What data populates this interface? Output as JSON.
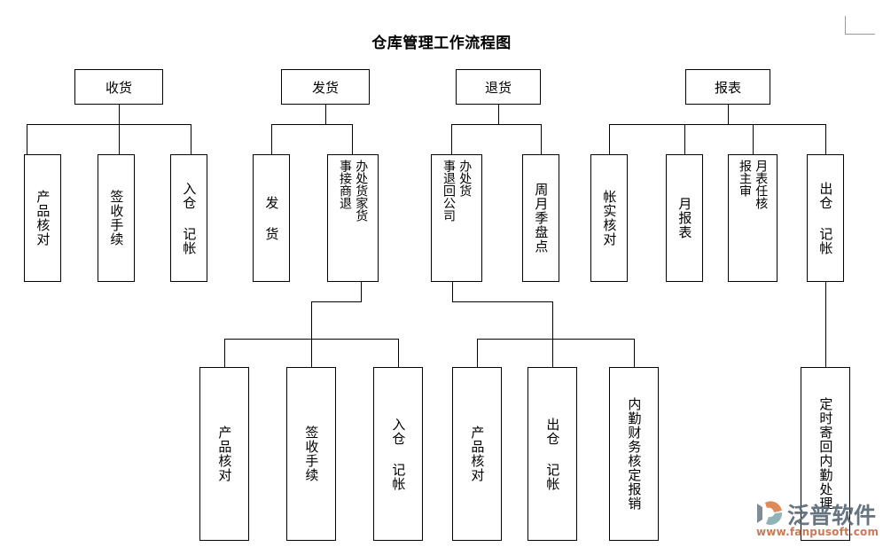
{
  "page": {
    "title": "仓库管理工作流程图",
    "background_color": "#ffffff",
    "line_color": "#000000",
    "text_color": "#000000"
  },
  "chart_data": {
    "type": "diagram",
    "title": "仓库管理工作流程图",
    "orientation": "top-down tree, vertical CJK text in leaf boxes",
    "roots": [
      "收货",
      "发货",
      "退货",
      "报表"
    ]
  },
  "nodes": {
    "root_receive": {
      "label": "收货"
    },
    "root_ship": {
      "label": "发货"
    },
    "root_return": {
      "label": "退货"
    },
    "root_report": {
      "label": "报表"
    },
    "recv_1": {
      "label": "产品核对"
    },
    "recv_2": {
      "label": "签收手续"
    },
    "recv_3": {
      "label": "入仓 记帐"
    },
    "ship_1": {
      "label": "发 货"
    },
    "ship_2": {
      "col_right": "事接商退",
      "col_left": "办处货家货"
    },
    "ret_1": {
      "col_right": "事退回公司",
      "col_left": "办处货"
    },
    "ret_2": {
      "label": "周月季盘点"
    },
    "rep_1": {
      "label": "帐实核对"
    },
    "rep_2": {
      "label": "月报表"
    },
    "rep_3": {
      "col_right": "报主审",
      "col_left": "月表任核"
    },
    "rep_4": {
      "label": "出仓 记帐"
    },
    "sub_l_1": {
      "label": "产品核对"
    },
    "sub_l_2": {
      "label": "签收手续"
    },
    "sub_l_3": {
      "label": "入仓 记帐"
    },
    "sub_r_1": {
      "label": "产品核对"
    },
    "sub_r_2": {
      "label": "出仓 记帐"
    },
    "sub_r_3": {
      "label": "内勤财务核定报销"
    },
    "far_right": {
      "label": "定时寄回内勤处理"
    }
  },
  "watermark": {
    "brand": "泛普软件",
    "url": "www.fanpusoft.com",
    "brand_color": "#5a6a77",
    "url_color": "#c2683f",
    "accent_color": "#e08a5a"
  }
}
